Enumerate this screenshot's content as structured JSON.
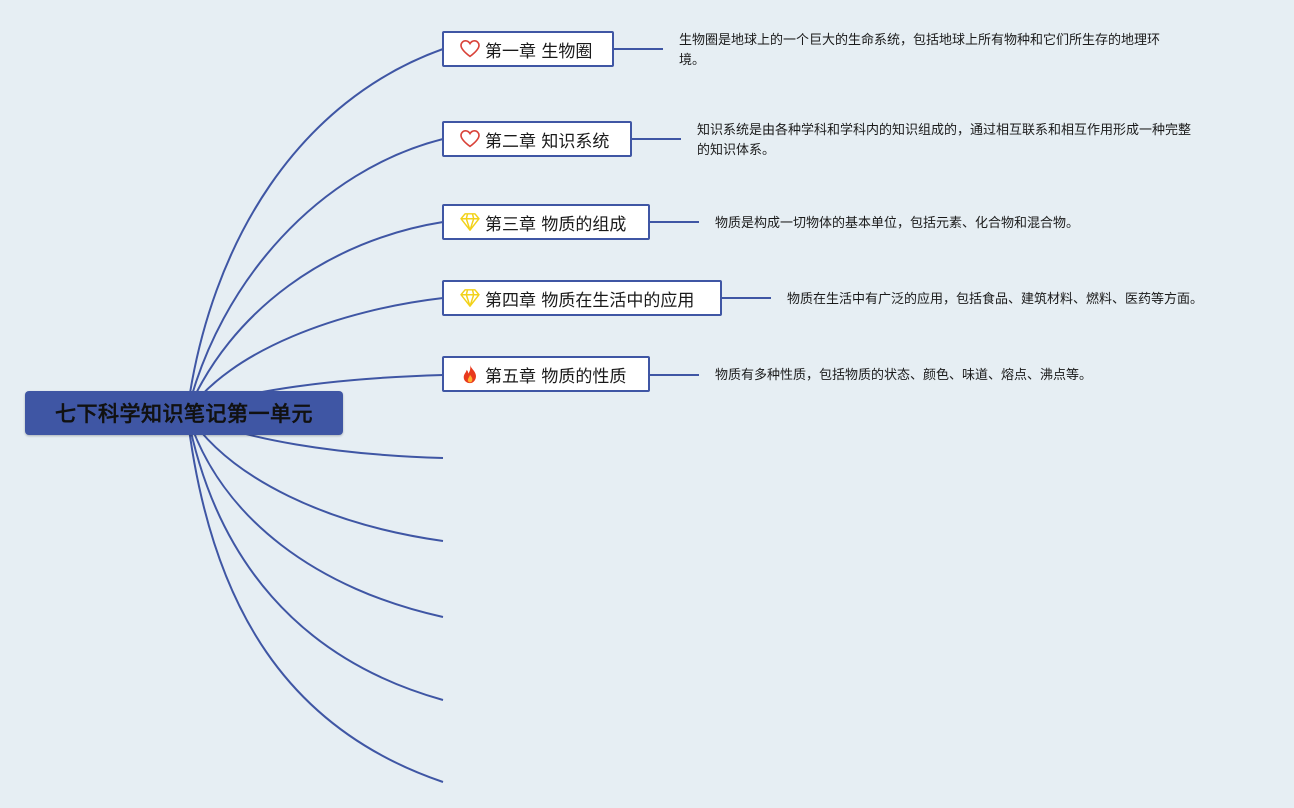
{
  "root": {
    "label": "七下科学知识笔记第一单元"
  },
  "chapters": [
    {
      "title": "第一章 生物圈",
      "icon": "heart-icon",
      "icon_color": "#d9433a",
      "note": "生物圈是地球上的一个巨大的生命系统，包括地球上所有物种和它们所生存的地理环境。"
    },
    {
      "title": "第二章 知识系统",
      "icon": "heart-icon",
      "icon_color": "#d9433a",
      "note": "知识系统是由各种学科和学科内的知识组成的，通过相互联系和相互作用形成一种完整的知识体系。"
    },
    {
      "title": "第三章 物质的组成",
      "icon": "diamond-icon",
      "icon_color": "#f2d21a",
      "note": "物质是构成一切物体的基本单位，包括元素、化合物和混合物。"
    },
    {
      "title": "第四章 物质在生活中的应用",
      "icon": "diamond-icon",
      "icon_color": "#f2d21a",
      "note": "物质在生活中有广泛的应用，包括食品、建筑材料、燃料、医药等方面。"
    },
    {
      "title": "第五章 物质的性质",
      "icon": "fire-icon",
      "icon_color": "#e8391d",
      "note": "物质有多种性质，包括物质的状态、颜色、味道、熔点、沸点等。"
    }
  ],
  "colors": {
    "link": "#3f56a4",
    "root_bg": "#3f56a4",
    "canvas_bg": "#e6eef3"
  }
}
